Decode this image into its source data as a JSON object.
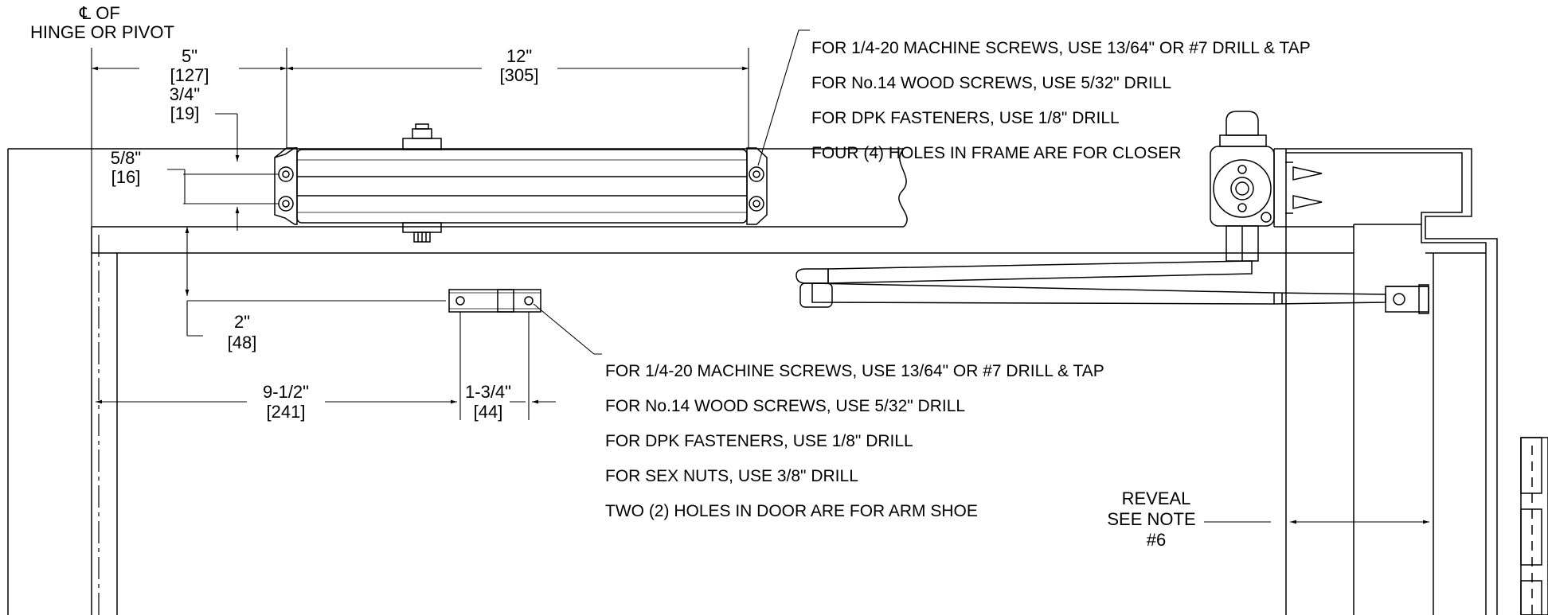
{
  "centerline": {
    "symbol": "℄",
    "line1": "OF",
    "line2": "HINGE OR PIVOT"
  },
  "dimensions": {
    "d5": {
      "in": "5\"",
      "mm": "[127]"
    },
    "d12": {
      "in": "12\"",
      "mm": "[305]"
    },
    "d34": {
      "in": "3/4\"",
      "mm": "[19]"
    },
    "d58": {
      "in": "5/8\"",
      "mm": "[16]"
    },
    "d2": {
      "in": "2\"",
      "mm": "[48]"
    },
    "d912": {
      "in": "9-1/2\"",
      "mm": "[241]"
    },
    "d134": {
      "in": "1-3/4\"",
      "mm": "[44]"
    }
  },
  "frame_note": {
    "lines": [
      "FOR 1/4-20 MACHINE SCREWS, USE 13/64\" OR #7 DRILL & TAP",
      "FOR No.14 WOOD SCREWS, USE 5/32\" DRILL",
      "FOR DPK FASTENERS, USE 1/8\" DRILL",
      "FOUR (4) HOLES IN FRAME ARE FOR CLOSER"
    ]
  },
  "door_note": {
    "lines": [
      "FOR 1/4-20 MACHINE SCREWS, USE 13/64\" OR #7 DRILL & TAP",
      "FOR No.14 WOOD SCREWS, USE 5/32\" DRILL",
      "FOR DPK FASTENERS, USE 1/8\" DRILL",
      "FOR SEX NUTS, USE 3/8\" DRILL",
      "TWO (2) HOLES IN DOOR ARE FOR ARM SHOE"
    ]
  },
  "reveal_note": {
    "line1": "REVEAL",
    "line2": "SEE NOTE",
    "line3": "#6"
  }
}
